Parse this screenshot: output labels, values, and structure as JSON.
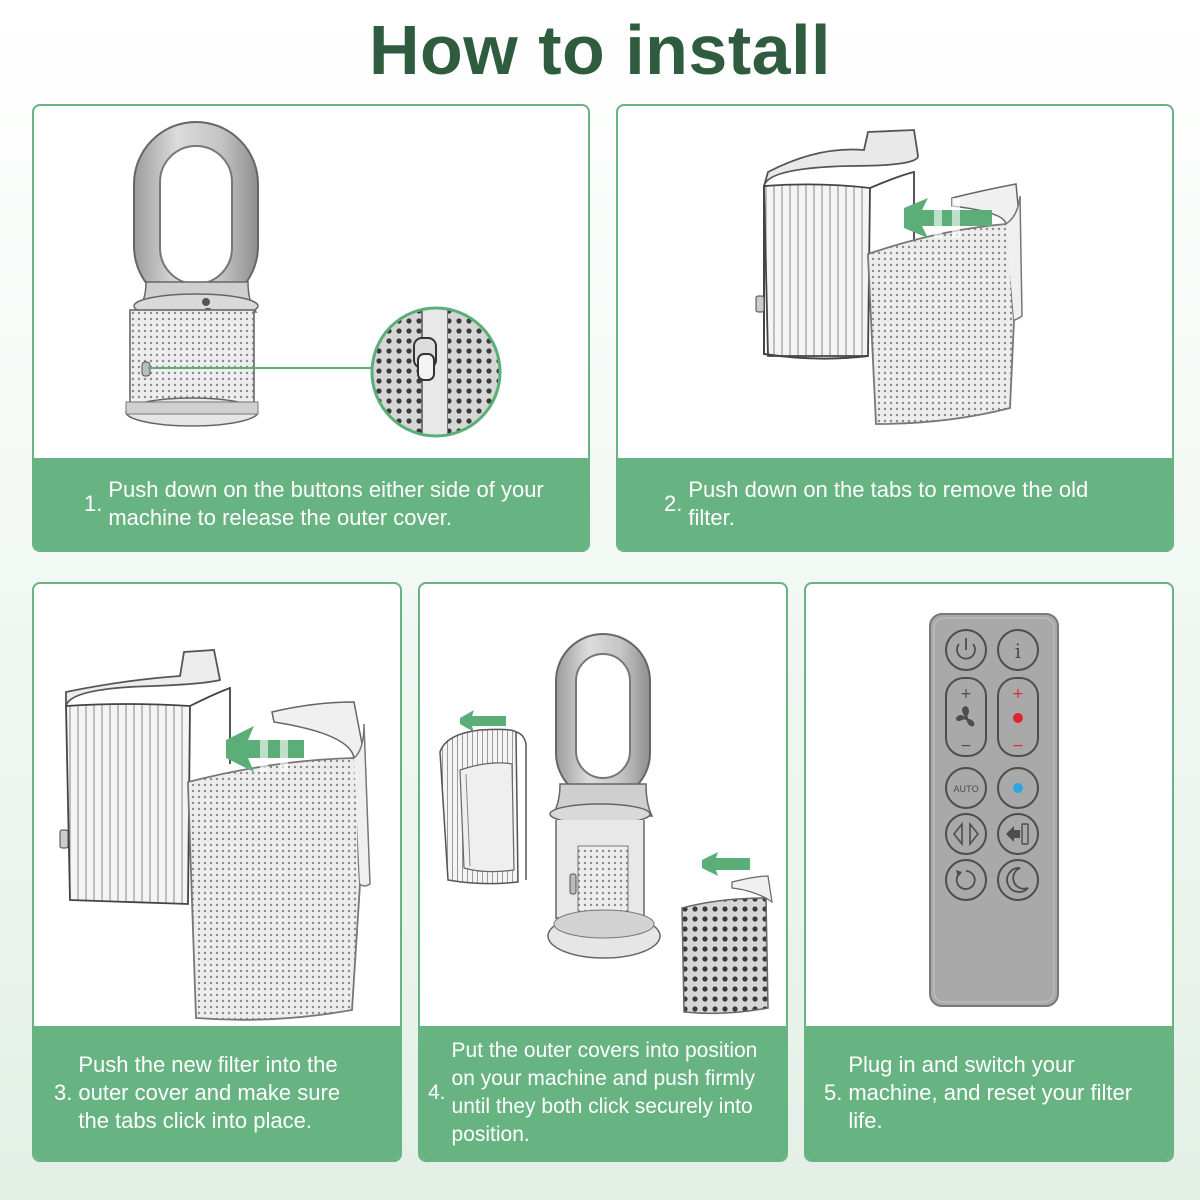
{
  "title": "How to install",
  "steps": [
    {
      "num": "1.",
      "text": "Push down on the buttons either side of your machine to release the outer cover."
    },
    {
      "num": "2.",
      "text": "Push down on the tabs to remove the old filter."
    },
    {
      "num": "3.",
      "text": "Push the new filter into the outer cover and make sure the tabs click into place."
    },
    {
      "num": "4.",
      "text": "Put the outer covers into position on your machine and push firmly until they both click securely into position."
    },
    {
      "num": "5.",
      "text": "Plug in and switch your machine, and reset your filter life."
    }
  ],
  "remote": {
    "auto_label": "AUTO",
    "plus_glyph": "+",
    "minus_glyph": "−",
    "info_glyph": "i"
  },
  "colors": {
    "title": "#2f5c3e",
    "accent": "#67b381",
    "arrow": "#5cae78",
    "remote_body": "#a9a9a9",
    "red_dot": "#e0262d",
    "blue_dot": "#2aa7e0"
  },
  "icons": [
    "fan-icon",
    "power-icon",
    "info-icon",
    "oscillation-icon",
    "airflow-direction-icon",
    "timer-icon",
    "night-mode-icon",
    "arrow-icon"
  ]
}
